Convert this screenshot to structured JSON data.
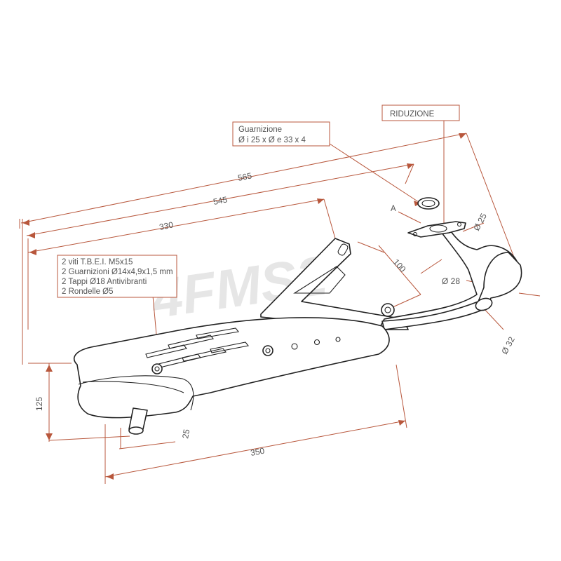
{
  "watermark": "4FMS2",
  "note_riduzione": "RIDUZIONE",
  "note_guarnizione": {
    "line1": "Guarnizione",
    "line2": "Ø i 25 x Ø e 33 x 4"
  },
  "view_label": "A",
  "kit_list": [
    "2 viti T.B.E.I. M5x15",
    "2 Guarnizioni Ø14x4,9x1,5 mm",
    "2 Tappi Ø18 Antivibranti",
    "2 Rondelle Ø5"
  ],
  "dimensions": {
    "d565": "565",
    "d545": "545",
    "d330": "330",
    "d100": "100",
    "d125": "125",
    "d25": "25",
    "d350": "350",
    "dia25": "Ø 25",
    "dia28": "Ø 28",
    "dia32": "Ø 32"
  },
  "colors": {
    "dimension_lines": "#b8573c",
    "outline": "#222222",
    "text": "#555555"
  }
}
